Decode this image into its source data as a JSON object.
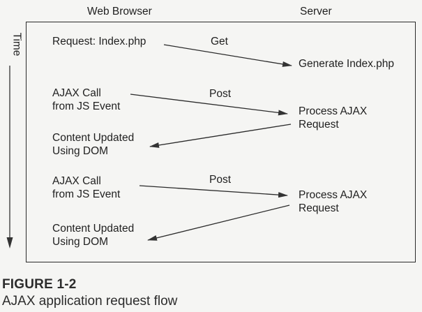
{
  "diagram": {
    "columns": {
      "client": "Web Browser",
      "server": "Server"
    },
    "time_axis": {
      "label": "Time",
      "direction": "down"
    },
    "nodes": {
      "request_index": [
        "Request: Index.php"
      ],
      "generate_index": [
        "Generate Index.php"
      ],
      "ajax_call_1": [
        "AJAX Call",
        "from JS Event"
      ],
      "process_ajax_1": [
        "Process AJAX",
        "Request"
      ],
      "content_updated_1": [
        "Content Updated",
        "Using DOM"
      ],
      "ajax_call_2": [
        "AJAX Call",
        "from JS Event"
      ],
      "process_ajax_2": [
        "Process AJAX",
        "Request"
      ],
      "content_updated_2": [
        "Content Updated",
        "Using DOM"
      ]
    },
    "edges": [
      {
        "from": "request_index",
        "to": "generate_index",
        "label": "Get"
      },
      {
        "from": "ajax_call_1",
        "to": "process_ajax_1",
        "label": "Post"
      },
      {
        "from": "process_ajax_1",
        "to": "content_updated_1",
        "label": ""
      },
      {
        "from": "ajax_call_2",
        "to": "process_ajax_2",
        "label": "Post"
      },
      {
        "from": "process_ajax_2",
        "to": "content_updated_2",
        "label": ""
      }
    ],
    "colors": {
      "line": "#2a2a2a",
      "text": "#1f1f1f",
      "background": "#f5f5f3"
    }
  },
  "caption": {
    "figure_number": "FIGURE 1-2",
    "title": "AJAX application request flow"
  }
}
